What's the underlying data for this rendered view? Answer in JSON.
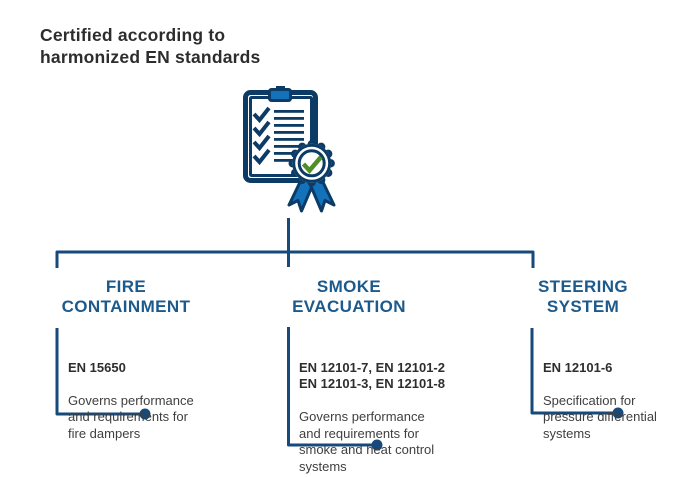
{
  "title": "Certified according to\nharmonized EN standards",
  "icon": "clipboard-checklist-with-certified-badge",
  "colors": {
    "heading_blue": "#1d5a8c",
    "line_navy": "#17497b",
    "icon_navy": "#0c3b66",
    "icon_blue": "#1372b9",
    "check_green": "#4e8f27",
    "title_text": "#2d2d2d",
    "body_text": "#3f3f3f"
  },
  "columns": [
    {
      "heading": "FIRE\nCONTAINMENT",
      "standards": "EN 15650",
      "description": "Governs performance\nand requirements for\nfire dampers"
    },
    {
      "heading": "SMOKE\nEVACUATION",
      "standards": "EN 12101-7, EN 12101-2\nEN 12101-3, EN 12101-8",
      "description": "Governs performance\nand requirements for\nsmoke and heat control\nsystems"
    },
    {
      "heading": "STEERING\nSYSTEM",
      "standards": "EN 12101-6",
      "description": "Specification for\npressure differential\nsystems"
    }
  ]
}
